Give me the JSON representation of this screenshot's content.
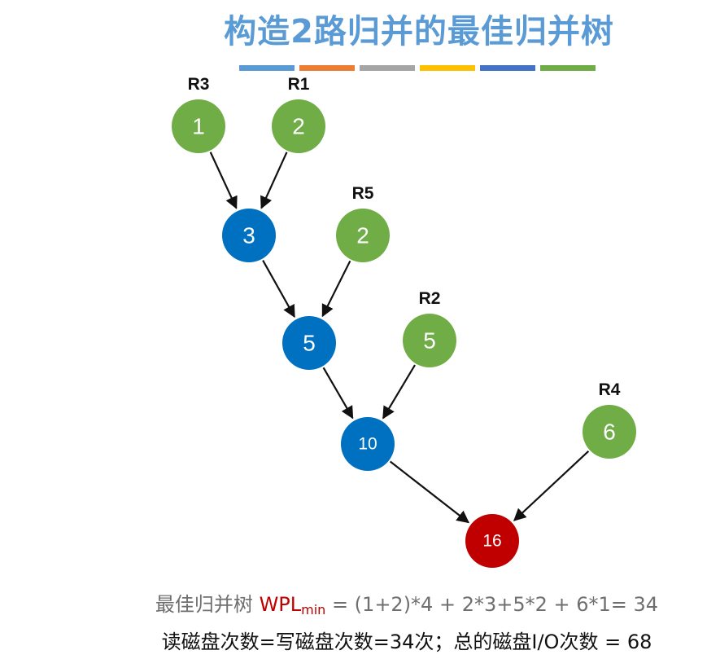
{
  "title": "构造2路归并的最佳归并树",
  "accent_bars": [
    "#5b9bd5",
    "#ed7d31",
    "#a5a5a5",
    "#ffc000",
    "#4472c4",
    "#70ad47"
  ],
  "colors": {
    "leaf": "#70ad47",
    "internal": "#0070c0",
    "root": "#c00000",
    "edge": "#111111"
  },
  "nodes": [
    {
      "id": "r3",
      "label": "R3",
      "value": "1",
      "kind": "leaf"
    },
    {
      "id": "r1",
      "label": "R1",
      "value": "2",
      "kind": "leaf"
    },
    {
      "id": "n3",
      "label": "",
      "value": "3",
      "kind": "internal"
    },
    {
      "id": "r5",
      "label": "R5",
      "value": "2",
      "kind": "leaf"
    },
    {
      "id": "n5",
      "label": "",
      "value": "5",
      "kind": "internal"
    },
    {
      "id": "r2",
      "label": "R2",
      "value": "5",
      "kind": "leaf"
    },
    {
      "id": "n10",
      "label": "",
      "value": "10",
      "kind": "internal"
    },
    {
      "id": "r4",
      "label": "R4",
      "value": "6",
      "kind": "leaf"
    },
    {
      "id": "n16",
      "label": "",
      "value": "16",
      "kind": "root"
    }
  ],
  "edges": [
    [
      "r3",
      "n3"
    ],
    [
      "r1",
      "n3"
    ],
    [
      "n3",
      "n5"
    ],
    [
      "r5",
      "n5"
    ],
    [
      "n5",
      "n10"
    ],
    [
      "r2",
      "n10"
    ],
    [
      "n10",
      "n16"
    ],
    [
      "r4",
      "n16"
    ]
  ],
  "formula": {
    "prefix": "最佳归并树 ",
    "wpl": "WPL",
    "wpl_sub": "min",
    "expression": " = (1+2)*4 + 2*3+5*2 + 6*1= 34"
  },
  "summary": "读磁盘次数=写磁盘次数=34次；总的磁盘I/O次数 = 68"
}
